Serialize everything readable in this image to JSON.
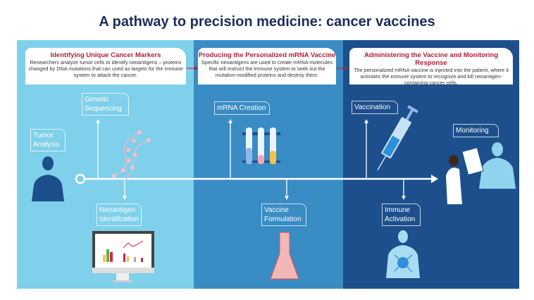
{
  "title": "A pathway to precision medicine: cancer vaccines",
  "stages": [
    {
      "heading": "Identifying Unique Cancer Markers",
      "text": "Researchers analyze tumor cells to identify neoantigens – proteins changed by DNA mutations that can used as targets for the immune system to attack the cancer."
    },
    {
      "heading": "Producing the Personalized mRNA Vaccine",
      "text": "Specific neoantigens are used to create mRNA molecules that will instruct the immune system to seek out the mutation-modified proteins and destroy them."
    },
    {
      "heading": "Administering the Vaccine and Monitoring Response",
      "text": "The personalized mRNA vaccine is injected into the patient, where it activates the immune system to recognize and kill neoantigen-containing cancer cells."
    }
  ],
  "steps": {
    "tumor": "Tumor Analysis",
    "genetic": "Genetic Sequencing",
    "neoantigen": "Neoantigen Identification",
    "mrna": "mRNA Creation",
    "formulation": "Vaccine Formulation",
    "vaccination": "Vaccination",
    "immune": "Immune Activation",
    "monitoring": "Monitoring"
  },
  "colors": {
    "panel1": "#7fd0ea",
    "panel2": "#3a8cc4",
    "panel3": "#1d4f8c",
    "accent": "#b0203a",
    "title": "#1b2d5b"
  }
}
